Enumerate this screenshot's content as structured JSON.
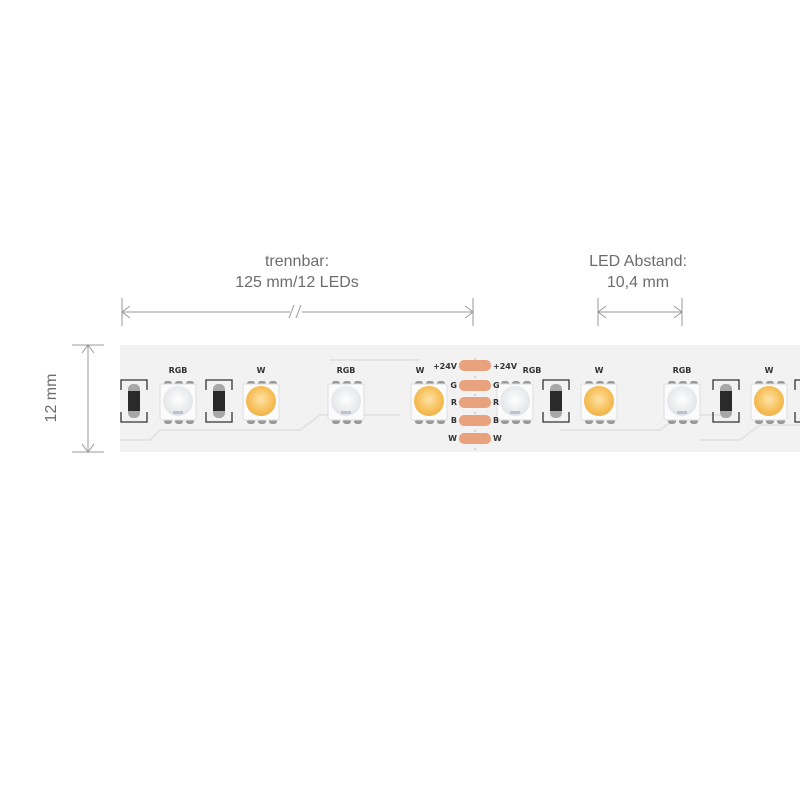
{
  "dimensions": {
    "cut_label_line1": "trennbar:",
    "cut_label_line2": "125 mm/12 LEDs",
    "pitch_label_line1": "LED Abstand:",
    "pitch_label_line2": "10,4 mm",
    "width_label": "12 mm",
    "break_mark": "//"
  },
  "strip": {
    "rgb_label": "RGB",
    "w_label": "W",
    "v_label": "+24V",
    "pads_left": [
      "G",
      "R",
      "B",
      "W"
    ],
    "pads_right": [
      "G",
      "R",
      "B",
      "W"
    ],
    "colors": {
      "pcb": "#f2f2f2",
      "warm_white": "#f7c05a",
      "pad": "#e9a27e",
      "resistor": "#2a2a2a"
    }
  }
}
